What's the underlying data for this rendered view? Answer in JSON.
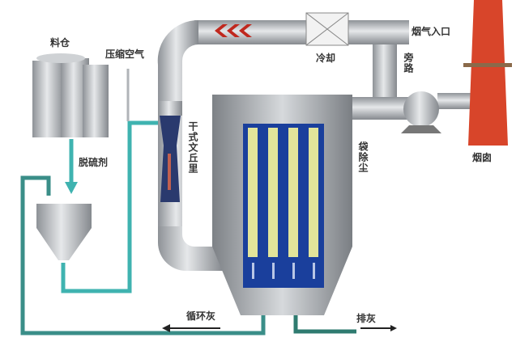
{
  "labels": {
    "silo": "料仓",
    "compressed_air": "压缩空气",
    "cooling": "冷却",
    "flue_gas_inlet": "烟气入口",
    "bypass": "旁路",
    "dry_venturi": "干式文丘里",
    "bag_filter": "袋除尘",
    "chimney": "烟囱",
    "desulfurizer": "脱硫剂",
    "recycled_ash": "循环灰",
    "ash_discharge": "排灰"
  },
  "colors": {
    "pipe": "#b8bcc0",
    "teal": "#3fb3b0",
    "blue": "#1a3f9c",
    "bag": "#e2e49a",
    "chimney": "#d8452a",
    "arrow_red": "#c0281e"
  }
}
